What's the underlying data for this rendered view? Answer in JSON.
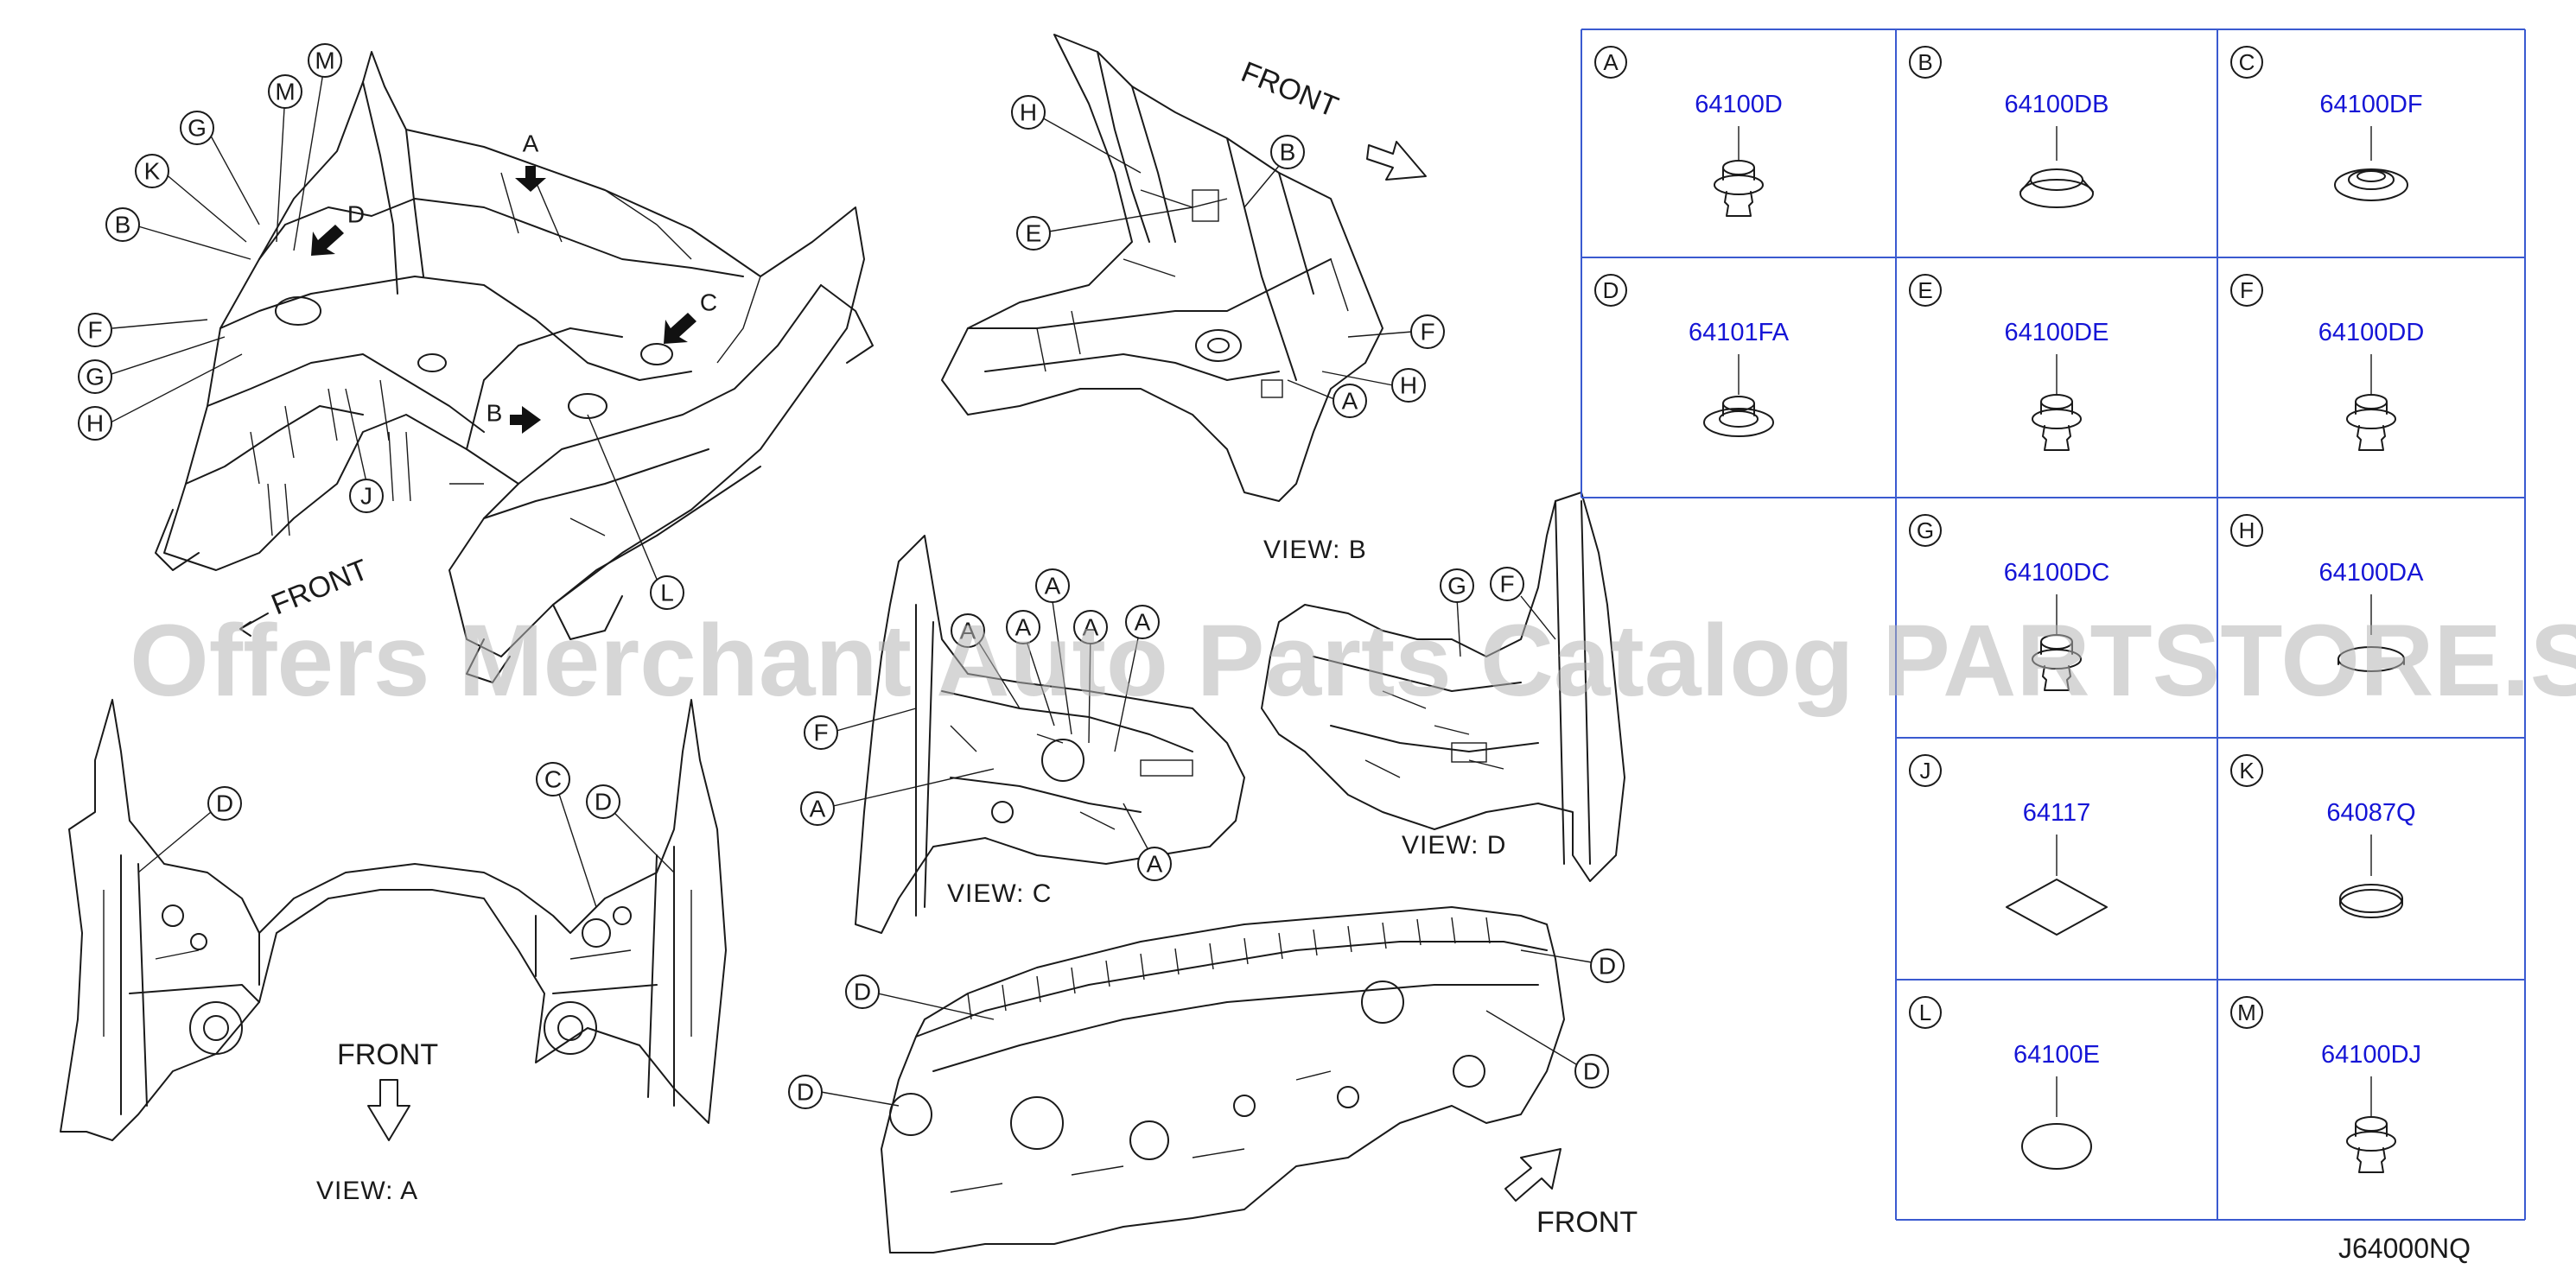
{
  "watermark": "Offers Merchant Auto Parts Catalog PARTSTORE.SA",
  "diagram_code": "J64000NQ",
  "views": {
    "view_a": "VIEW:  A",
    "view_b": "VIEW:  B",
    "view_c": "VIEW:  C",
    "view_d": "VIEW:  D"
  },
  "front_labels": {
    "main": "FRONT",
    "view_a": "FRONT",
    "view_b": "FRONT",
    "dash": "FRONT"
  },
  "arrow_labels": {
    "a": "A",
    "b": "B",
    "c": "C",
    "d": "D"
  },
  "callouts": {
    "main": [
      "M",
      "M",
      "G",
      "K",
      "B",
      "F",
      "G",
      "H",
      "J",
      "L"
    ],
    "view_a": [
      "D",
      "C",
      "D"
    ],
    "view_b": [
      "H",
      "B",
      "E",
      "F",
      "H",
      "A"
    ],
    "view_c": [
      "A",
      "A",
      "A",
      "A",
      "A",
      "F",
      "A",
      "A"
    ],
    "view_d": [
      "G",
      "F"
    ],
    "dash": [
      "D",
      "D",
      "D",
      "D"
    ]
  },
  "parts": [
    {
      "letter": "A",
      "number": "64100D",
      "icon": "push-clip"
    },
    {
      "letter": "B",
      "number": "64100DB",
      "icon": "round-grommet"
    },
    {
      "letter": "C",
      "number": "64100DF",
      "icon": "ring-grommet"
    },
    {
      "letter": "D",
      "number": "64101FA",
      "icon": "flanged-grommet"
    },
    {
      "letter": "E",
      "number": "64100DE",
      "icon": "push-clip"
    },
    {
      "letter": "F",
      "number": "64100DD",
      "icon": "push-clip"
    },
    {
      "letter": "G",
      "number": "64100DC",
      "icon": "push-clip"
    },
    {
      "letter": "H",
      "number": "64100DA",
      "icon": "flat-plug"
    },
    {
      "letter": "J",
      "number": "64117",
      "icon": "square-pad"
    },
    {
      "letter": "K",
      "number": "64087Q",
      "icon": "round-plug"
    },
    {
      "letter": "L",
      "number": "64100E",
      "icon": "oval-seal"
    },
    {
      "letter": "M",
      "number": "64100DJ",
      "icon": "push-clip"
    }
  ]
}
